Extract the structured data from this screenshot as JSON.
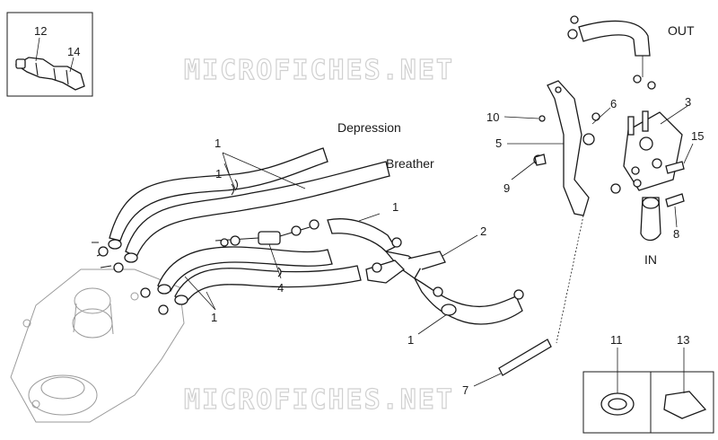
{
  "watermark": "MICROFICHES.NET",
  "labels": {
    "depression": "Depression",
    "breather": "Breather",
    "out": "OUT",
    "in": "IN"
  },
  "callouts": {
    "c1a": "1",
    "c1b": "1",
    "c1c": "1",
    "c1d": "1",
    "c2": "2",
    "c3": "3",
    "c4": "4",
    "c5": "5",
    "c6": "6",
    "c7": "7",
    "c8": "8",
    "c9": "9",
    "c10": "10",
    "c11": "11",
    "c12": "12",
    "c13": "13",
    "c14": "14",
    "c15": "15"
  }
}
